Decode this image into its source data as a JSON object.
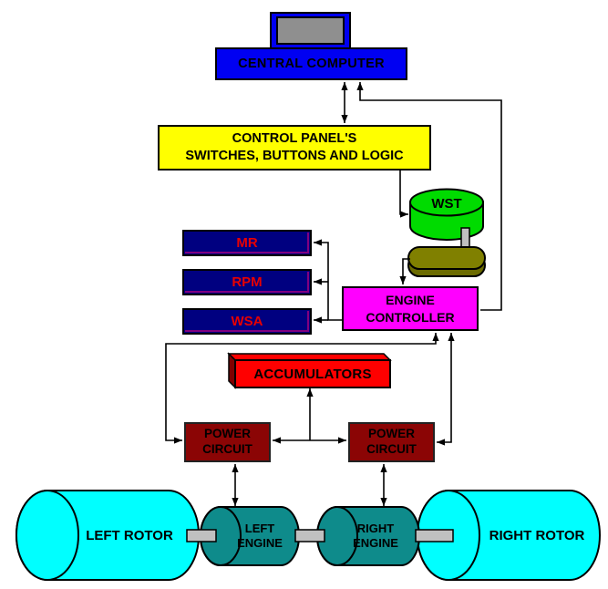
{
  "diagram_title": "Rotor / engine control system block diagram",
  "colors": {
    "blue": "#0000F2",
    "screen-gray": "#8F8F8F",
    "yellow": "#FFFF00",
    "navy": "#000080",
    "purple": "#800080",
    "ind-red": "#E80000",
    "magenta": "#FF00FF",
    "red": "#FF0000",
    "red-side": "#7F0000",
    "maroon": "#8B0505",
    "green": "#00DB00",
    "olive": "#808000",
    "olive-dark": "#6B6B00",
    "cyan": "#00FFFF",
    "teal": "#0E8B8B",
    "shaft-gray": "#C0C0C0"
  },
  "nodes": {
    "central_computer": {
      "label": "CENTRAL COMPUTER"
    },
    "control_panel": {
      "line1": "CONTROL PANEL'S",
      "line2": "SWITCHES, BUTTONS AND LOGIC"
    },
    "wst": {
      "label": "WST"
    },
    "indicators": [
      {
        "label": "MR"
      },
      {
        "label": "RPM"
      },
      {
        "label": "WSA"
      }
    ],
    "engine_controller": {
      "line1": "ENGINE",
      "line2": "CONTROLLER"
    },
    "accumulators": {
      "label": "ACCUMULATORS"
    },
    "left_power_circuit": {
      "line1": "POWER",
      "line2": "CIRCUIT"
    },
    "right_power_circuit": {
      "line1": "POWER",
      "line2": "CIRCUIT"
    },
    "left_rotor": {
      "label": "LEFT ROTOR"
    },
    "left_engine": {
      "line1": "LEFT",
      "line2": "ENGINE"
    },
    "right_engine": {
      "line1": "RIGHT",
      "line2": "ENGINE"
    },
    "right_rotor": {
      "label": "RIGHT ROTOR"
    }
  },
  "edges": [
    {
      "from": "central_computer",
      "to": "control_panel",
      "direction": "both"
    },
    {
      "from": "engine_controller",
      "to": "central_computer",
      "direction": "one-way"
    },
    {
      "from": "control_panel",
      "to": "wst",
      "direction": "one-way"
    },
    {
      "from": "wst_pedal",
      "to": "engine_controller",
      "direction": "one-way"
    },
    {
      "from": "engine_controller",
      "to": "MR",
      "direction": "one-way"
    },
    {
      "from": "engine_controller",
      "to": "RPM",
      "direction": "one-way"
    },
    {
      "from": "engine_controller",
      "to": "WSA",
      "direction": "one-way"
    },
    {
      "from": "engine_controller",
      "to": "left_power_circuit",
      "direction": "both"
    },
    {
      "from": "engine_controller",
      "to": "right_power_circuit",
      "direction": "both"
    },
    {
      "from": "accumulators",
      "to": "left_power_circuit",
      "direction": "both"
    },
    {
      "from": "accumulators",
      "to": "right_power_circuit",
      "direction": "both"
    },
    {
      "from": "left_power_circuit",
      "to": "left_engine",
      "direction": "both"
    },
    {
      "from": "right_power_circuit",
      "to": "right_engine",
      "direction": "both"
    }
  ]
}
